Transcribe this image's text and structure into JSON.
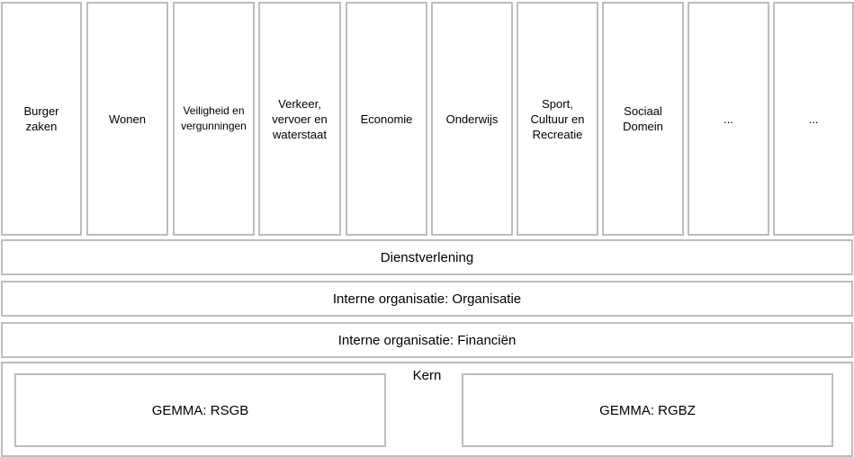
{
  "domains": [
    {
      "label": "Burger\nzaken"
    },
    {
      "label": "Wonen"
    },
    {
      "label": "Veiligheid en\nvergunningen"
    },
    {
      "label": "Verkeer,\nvervoer en\nwaterstaat"
    },
    {
      "label": "Economie"
    },
    {
      "label": "Onderwijs"
    },
    {
      "label": "Sport,\nCultuur en\nRecreatie"
    },
    {
      "label": "Sociaal\nDomein"
    },
    {
      "label": "..."
    },
    {
      "label": "..."
    }
  ],
  "layers": {
    "dienstverlening": "Dienstverlening",
    "organisatie": "Interne organisatie: Organisatie",
    "financien": "Interne organisatie: Financiën"
  },
  "kern": {
    "label": "Kern",
    "left_box": "GEMMA: RSGB",
    "right_box": "GEMMA: RGBZ"
  },
  "colors": {
    "border": "#bdbdbd",
    "text": "#000000",
    "background": "#ffffff"
  }
}
